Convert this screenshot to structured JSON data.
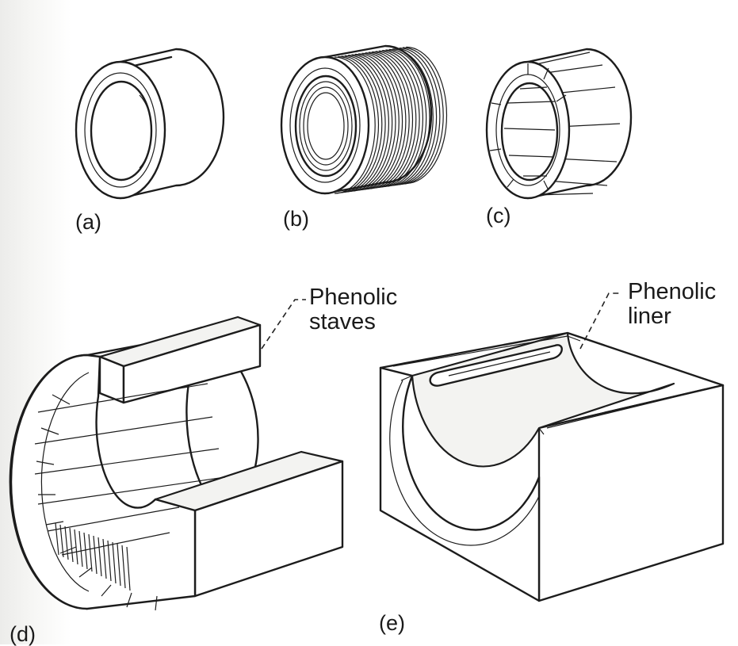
{
  "figure": {
    "panels": [
      {
        "id": "a",
        "label": "(a)"
      },
      {
        "id": "b",
        "label": "(b)"
      },
      {
        "id": "c",
        "label": "(c)"
      },
      {
        "id": "d",
        "label": "(d)"
      },
      {
        "id": "e",
        "label": "(e)"
      }
    ],
    "callouts": {
      "staves": {
        "line1": "Phenolic",
        "line2": "staves"
      },
      "liner": {
        "line1": "Phenolic",
        "line2": "liner"
      }
    }
  }
}
